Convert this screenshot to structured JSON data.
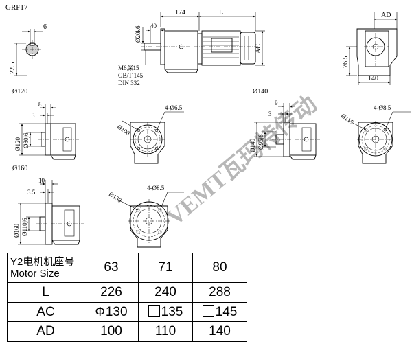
{
  "drawing": {
    "model": "GRF17",
    "shaft_section": {
      "key_width": "6",
      "height": "22.5"
    },
    "side_view": {
      "dim_flange": "174",
      "dim_length": "L",
      "dim_shaft_dia": "Ø20k6",
      "dim_shaft_len": "40",
      "dim_height": "AC",
      "thread_note": "M6深15",
      "standard_1": "GB/T 145",
      "standard_2": "DIN 332"
    },
    "end_view": {
      "dim_ad": "AD",
      "dim_height": "76.5",
      "dim_width": "140"
    },
    "flange_120": {
      "label": "Ø120",
      "dim_a": "8",
      "dim_b": "3",
      "dim_outer": "Ø120",
      "dim_spigot": "Ø80j6",
      "front_pcd": "Ø100",
      "front_holes": "4-Ø6.5"
    },
    "flange_140": {
      "label": "Ø140",
      "dim_a": "9",
      "dim_b": "3",
      "dim_outer": "Ø140",
      "dim_spigot": "Ø95j6",
      "front_pcd": "Ø115",
      "front_holes": "4-Ø8.5"
    },
    "flange_160": {
      "label": "Ø160",
      "dim_a": "10",
      "dim_b": "3.5",
      "dim_outer": "Ø160",
      "dim_spigot": "Ø110j6",
      "front_pcd": "Ø130",
      "front_holes": "4-Ø8.5"
    },
    "watermark": "VEMT瓦玛特传动"
  },
  "table": {
    "header_cn": "Y2电机机座号",
    "header_en": "Motor Size",
    "sizes": [
      "63",
      "71",
      "80"
    ],
    "rows": [
      {
        "label": "L",
        "values": [
          "226",
          "240",
          "288"
        ]
      },
      {
        "label": "AC",
        "values": [
          "130",
          "135",
          "145"
        ],
        "symbols": [
          "Φ",
          "box",
          "box"
        ]
      },
      {
        "label": "AD",
        "values": [
          "100",
          "110",
          "140"
        ]
      }
    ]
  }
}
